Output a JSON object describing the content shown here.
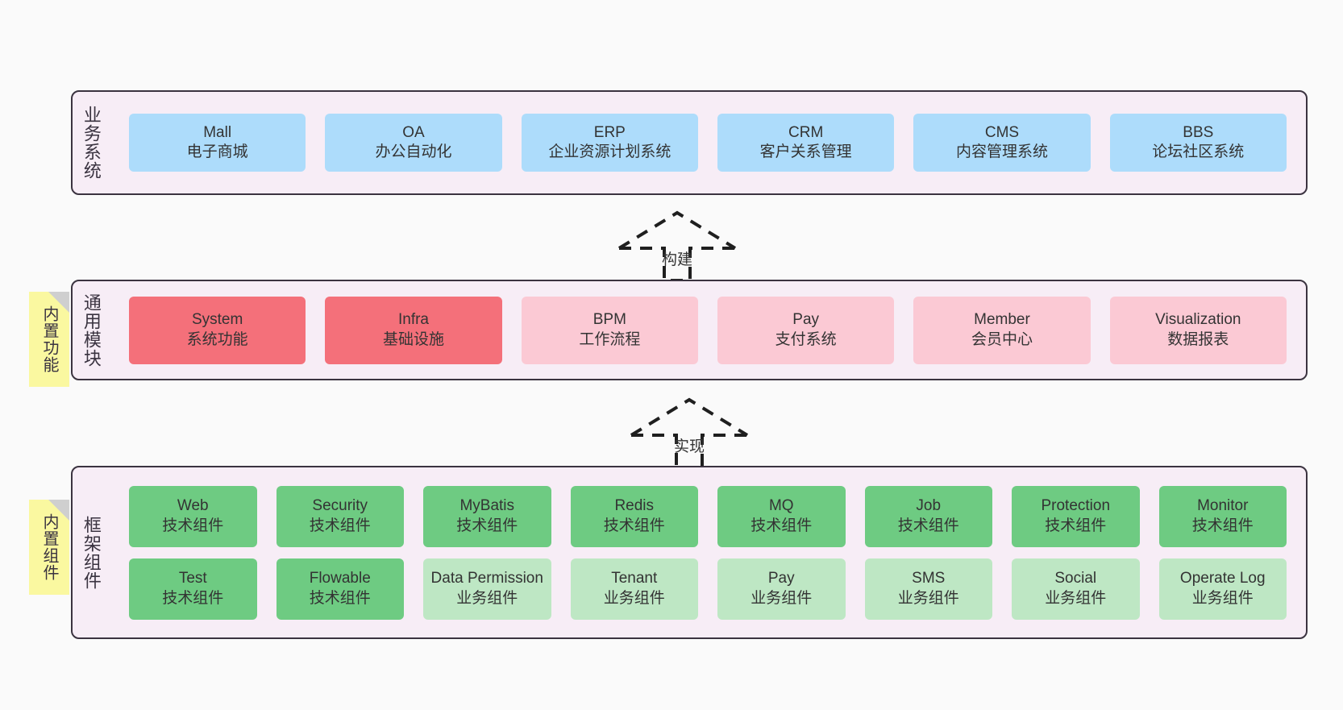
{
  "diagram": {
    "layers": [
      {
        "id": "business",
        "title": "业务系统",
        "nodes": [
          {
            "name": "Mall",
            "desc": "电子商城",
            "color": "c-blue"
          },
          {
            "name": "OA",
            "desc": "办公自动化",
            "color": "c-blue"
          },
          {
            "name": "ERP",
            "desc": "企业资源计划系统",
            "color": "c-blue"
          },
          {
            "name": "CRM",
            "desc": "客户关系管理",
            "color": "c-blue"
          },
          {
            "name": "CMS",
            "desc": "内容管理系统",
            "color": "c-blue"
          },
          {
            "name": "BBS",
            "desc": "论坛社区系统",
            "color": "c-blue"
          }
        ]
      },
      {
        "id": "common",
        "title": "通用模块",
        "sticky": "内置功能",
        "nodes": [
          {
            "name": "System",
            "desc": "系统功能",
            "color": "c-red"
          },
          {
            "name": "Infra",
            "desc": "基础设施",
            "color": "c-red"
          },
          {
            "name": "BPM",
            "desc": "工作流程",
            "color": "c-pink"
          },
          {
            "name": "Pay",
            "desc": "支付系统",
            "color": "c-pink"
          },
          {
            "name": "Member",
            "desc": "会员中心",
            "color": "c-pink"
          },
          {
            "name": "Visualization",
            "desc": "数据报表",
            "color": "c-pink"
          }
        ]
      },
      {
        "id": "framework",
        "title": "框架组件",
        "sticky": "内置组件",
        "rows": [
          [
            {
              "name": "Web",
              "desc": "技术组件",
              "color": "c-green"
            },
            {
              "name": "Security",
              "desc": "技术组件",
              "color": "c-green"
            },
            {
              "name": "MyBatis",
              "desc": "技术组件",
              "color": "c-green"
            },
            {
              "name": "Redis",
              "desc": "技术组件",
              "color": "c-green"
            },
            {
              "name": "MQ",
              "desc": "技术组件",
              "color": "c-green"
            },
            {
              "name": "Job",
              "desc": "技术组件",
              "color": "c-green"
            },
            {
              "name": "Protection",
              "desc": "技术组件",
              "color": "c-green"
            },
            {
              "name": "Monitor",
              "desc": "技术组件",
              "color": "c-green"
            }
          ],
          [
            {
              "name": "Test",
              "desc": "技术组件",
              "color": "c-green"
            },
            {
              "name": "Flowable",
              "desc": "技术组件",
              "color": "c-green"
            },
            {
              "name": "Data Permission",
              "desc": "业务组件",
              "color": "c-lightgreen"
            },
            {
              "name": "Tenant",
              "desc": "业务组件",
              "color": "c-lightgreen"
            },
            {
              "name": "Pay",
              "desc": "业务组件",
              "color": "c-lightgreen"
            },
            {
              "name": "SMS",
              "desc": "业务组件",
              "color": "c-lightgreen"
            },
            {
              "name": "Social",
              "desc": "业务组件",
              "color": "c-lightgreen"
            },
            {
              "name": "Operate Log",
              "desc": "业务组件",
              "color": "c-lightgreen"
            }
          ]
        ]
      }
    ],
    "connectors": [
      {
        "id": "build",
        "label": "构建"
      },
      {
        "id": "implement",
        "label": "实现"
      }
    ],
    "colors": {
      "panel_bg": "#F7EDF6",
      "panel_border": "#3b3340",
      "blue": "#ADDCFB",
      "red": "#F4707A",
      "pink": "#FBC9D4",
      "green": "#6ECB82",
      "light_green": "#BEE7C4",
      "sticky": "#FAF8A0",
      "canvas_bg": "#FAFAFA"
    }
  }
}
